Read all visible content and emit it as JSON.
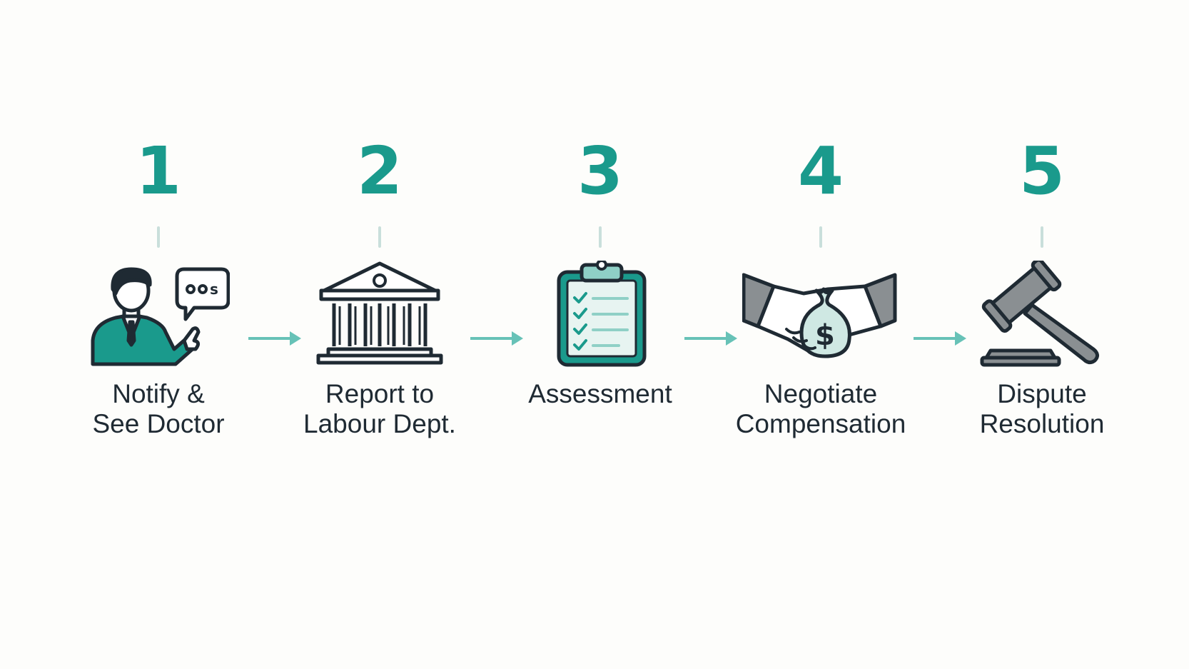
{
  "colors": {
    "accent": "#1a9a8c",
    "arrow": "#67c2b7",
    "connector": "#c9dfdb",
    "ink": "#1f2a33"
  },
  "steps": [
    {
      "number": "1",
      "label": "Notify &\nSee Doctor",
      "icon": "person-speech-icon"
    },
    {
      "number": "2",
      "label": "Report to\nLabour Dept.",
      "icon": "government-building-icon"
    },
    {
      "number": "3",
      "label": "Assessment",
      "icon": "clipboard-checklist-icon"
    },
    {
      "number": "4",
      "label": "Negotiate\nCompensation",
      "icon": "handshake-money-icon"
    },
    {
      "number": "5",
      "label": "Dispute\nResolution",
      "icon": "gavel-icon"
    }
  ]
}
